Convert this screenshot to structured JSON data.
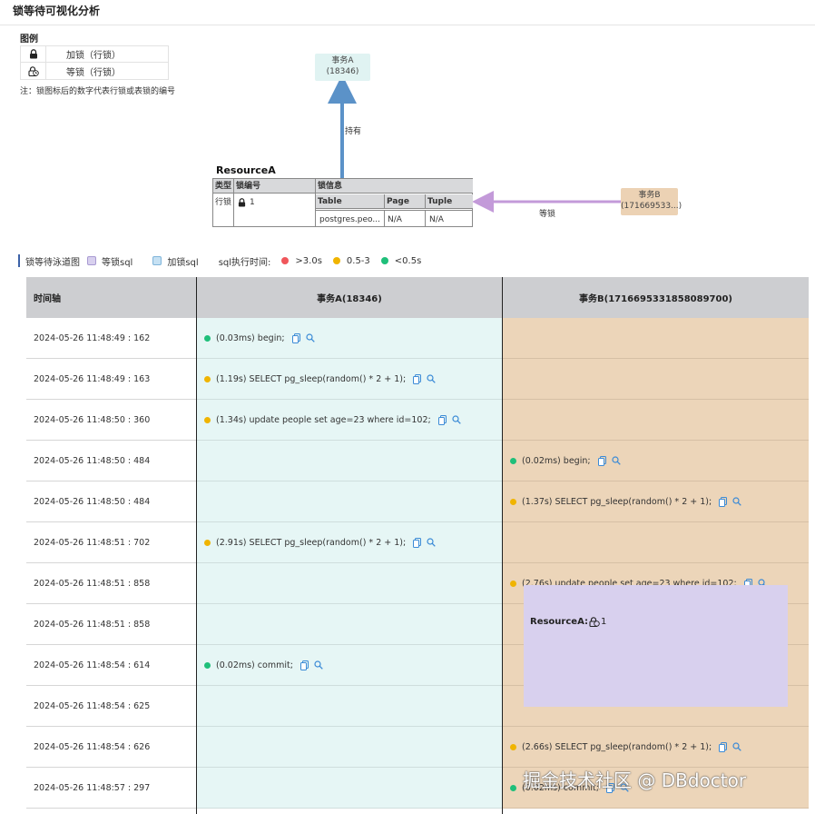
{
  "page": {
    "title": "锁等待可视化分析"
  },
  "legend": {
    "title": "图例",
    "items": [
      {
        "icon": "lock-icon",
        "label": "加锁（行锁）"
      },
      {
        "icon": "wait-lock-icon",
        "label": "等锁（行锁）"
      }
    ],
    "note": "注：锁图标后的数字代表行锁或表锁的编号"
  },
  "graph": {
    "tx_a": {
      "name": "事务A",
      "id": "(18346)"
    },
    "tx_b": {
      "name": "事务B",
      "id": "(171669533...)"
    },
    "hold_label": "持有",
    "wait_label": "等锁",
    "resource": {
      "title": "ResourceA",
      "headers": {
        "type": "类型",
        "lock_no": "锁编号",
        "info": "锁信息",
        "table": "Table",
        "page": "Page",
        "tuple": "Tuple"
      },
      "row": {
        "type": "行锁",
        "lock_no": "1",
        "table": "postgres.peo...",
        "page": "N/A",
        "tuple": "N/A"
      }
    }
  },
  "timeline_legend": {
    "title": "锁等待泳道图",
    "wait_sql": "等锁sql",
    "lock_sql": "加锁sql",
    "exec_label": "sql执行时间:",
    "slow": ">3.0s",
    "medium": "0.5-3",
    "fast": "<0.5s"
  },
  "colors": {
    "fast": "#1fbf7a",
    "medium": "#f0b400",
    "slow": "#f0565b",
    "lane_a": "#e6f6f5",
    "lane_b": "#ecd5b9",
    "wait_box": "#d8d0ee"
  },
  "table": {
    "headers": {
      "time": "时间轴",
      "tx_a": "事务A(18346)",
      "tx_b": "事务B(1716695331858089700)"
    },
    "rows": [
      {
        "time": "2024-05-26 11:48:49 : 162",
        "a": "(0.03ms) begin;",
        "a_speed": "fast",
        "b": "",
        "b_speed": ""
      },
      {
        "time": "2024-05-26 11:48:49 : 163",
        "a": "(1.19s) SELECT pg_sleep(random() * 2 + 1);",
        "a_speed": "medium",
        "b": "",
        "b_speed": ""
      },
      {
        "time": "2024-05-26 11:48:50 : 360",
        "a": "(1.34s) update people set age=23 where id=102;",
        "a_speed": "medium",
        "b": "",
        "b_speed": ""
      },
      {
        "time": "2024-05-26 11:48:50 : 484",
        "a": "",
        "a_speed": "",
        "b": "(0.02ms) begin;",
        "b_speed": "fast"
      },
      {
        "time": "2024-05-26 11:48:50 : 484",
        "a": "",
        "a_speed": "",
        "b": "(1.37s) SELECT pg_sleep(random() * 2 + 1);",
        "b_speed": "medium"
      },
      {
        "time": "2024-05-26 11:48:51 : 702",
        "a": "(2.91s) SELECT pg_sleep(random() * 2 + 1);",
        "a_speed": "medium",
        "b": "",
        "b_speed": ""
      },
      {
        "time": "2024-05-26 11:48:51 : 858",
        "a": "",
        "a_speed": "",
        "b": "(2.76s) update people set age=23 where id=102;",
        "b_speed": "medium"
      },
      {
        "time": "2024-05-26 11:48:51 : 858",
        "a": "",
        "a_speed": "",
        "b": "",
        "b_speed": ""
      },
      {
        "time": "2024-05-26 11:48:54 : 614",
        "a": "(0.02ms) commit;",
        "a_speed": "fast",
        "b": "",
        "b_speed": ""
      },
      {
        "time": "2024-05-26 11:48:54 : 625",
        "a": "",
        "a_speed": "",
        "b": "",
        "b_speed": ""
      },
      {
        "time": "2024-05-26 11:48:54 : 626",
        "a": "",
        "a_speed": "",
        "b": "(2.66s) SELECT pg_sleep(random() * 2 + 1);",
        "b_speed": "medium"
      },
      {
        "time": "2024-05-26 11:48:57 : 297",
        "a": "",
        "a_speed": "",
        "b": "(0.02ms) commit;",
        "b_speed": "fast"
      }
    ],
    "wait_box": {
      "label": "ResourceA:",
      "lock_no": "1"
    }
  },
  "watermark": "掘金技术社区 @ DBdoctor"
}
